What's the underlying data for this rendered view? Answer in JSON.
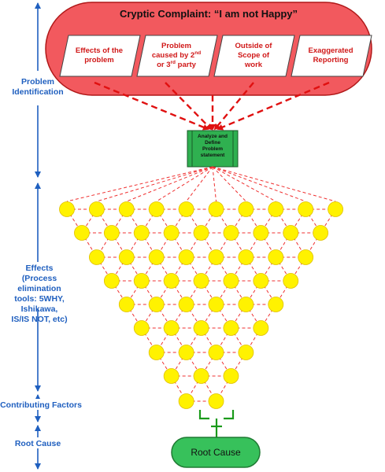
{
  "complaint": {
    "title": "Cryptic Complaint: “I am not Happy”",
    "boxes": [
      {
        "line1": "Effects of the",
        "line2": "problem",
        "line3": ""
      },
      {
        "line1": "Problem",
        "line2": "caused by 2",
        "sup2": "nd",
        "line3": "or 3",
        "sup3": "rd",
        "line3b": " party"
      },
      {
        "line1": "Outside of",
        "line2": "Scope of",
        "line3": "work"
      },
      {
        "line1": "Exaggerated",
        "line2": "Reporting",
        "line3": ""
      }
    ]
  },
  "analyze": {
    "line1": "Analyze and",
    "line2": "Define",
    "line3": "Problem",
    "line4": "statement"
  },
  "phases": {
    "problem_identification": {
      "line1": "Problem",
      "line2": "Identification"
    },
    "effects": {
      "line1": "Effects",
      "line2": "(Process elimination",
      "line3": "tools: 5WHY, Ishikawa,",
      "line4": "IS/IS NOT, etc)"
    },
    "contributing_factors": "Contributing Factors",
    "root_cause": "Root Cause"
  },
  "root_cause_box": "Root Cause",
  "colors": {
    "complaint_fill": "#f2595e",
    "complaint_border": "#b01818",
    "arrow_red": "#e01010",
    "analyze_fill": "#2fb050",
    "node_fill": "#fff200",
    "node_border": "#e0c000",
    "link_red": "#ef3030",
    "root_fill": "#37c15b",
    "phase_blue": "#1f5fbf",
    "bracket_green": "#1a9a1a"
  }
}
